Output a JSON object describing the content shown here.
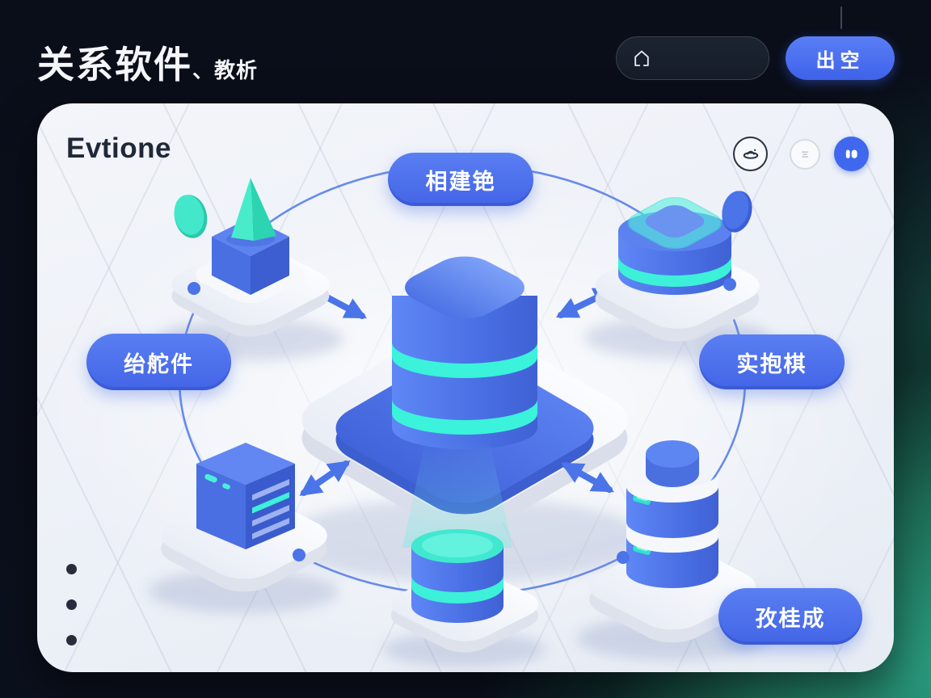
{
  "header": {
    "title": "关系软件",
    "subtitle": "、教析",
    "search": {
      "icon": "home-icon",
      "value": "",
      "placeholder": ""
    },
    "cta_label": "出空"
  },
  "card": {
    "brand": "Evtione",
    "toolbar_icons": [
      "saucer-icon",
      "list-lines-icon",
      "dumbbell-icon"
    ],
    "pills": {
      "top": "相建铯",
      "left": "绐舵件",
      "right": "实抱棋",
      "bottom_right": "孜桂成"
    },
    "diagram": {
      "hub": "central-database",
      "nodes": [
        "pyramid-cube-node",
        "capsule-stack-node",
        "server-tower-node",
        "storage-stack-node",
        "mini-database-node"
      ],
      "connector": "ring-with-dots",
      "arrows": 4
    },
    "pagination_dots": 3
  },
  "colors": {
    "background_navy": "#0a0e19",
    "background_teal": "#2ba183",
    "accent_blue": "#4a72ee",
    "cyan": "#3df0d8",
    "card_bg": "#eef1f7",
    "ink": "#202838"
  }
}
